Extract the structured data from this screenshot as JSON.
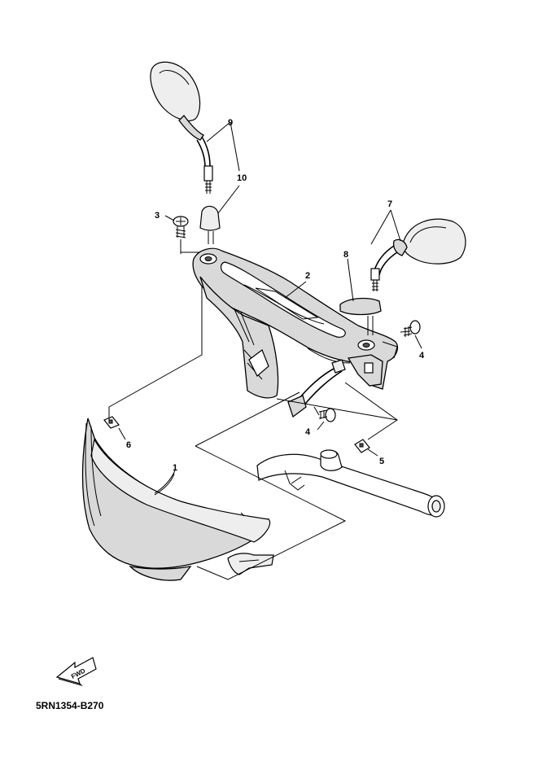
{
  "callouts": {
    "c1": "1",
    "c2": "2",
    "c3": "3",
    "c4a": "4",
    "c4b": "4",
    "c5": "5",
    "c6": "6",
    "c7": "7",
    "c8": "8",
    "c9": "9",
    "c10": "10"
  },
  "fwd_label": "FWD",
  "diagram_code": "5RN1354-B270"
}
